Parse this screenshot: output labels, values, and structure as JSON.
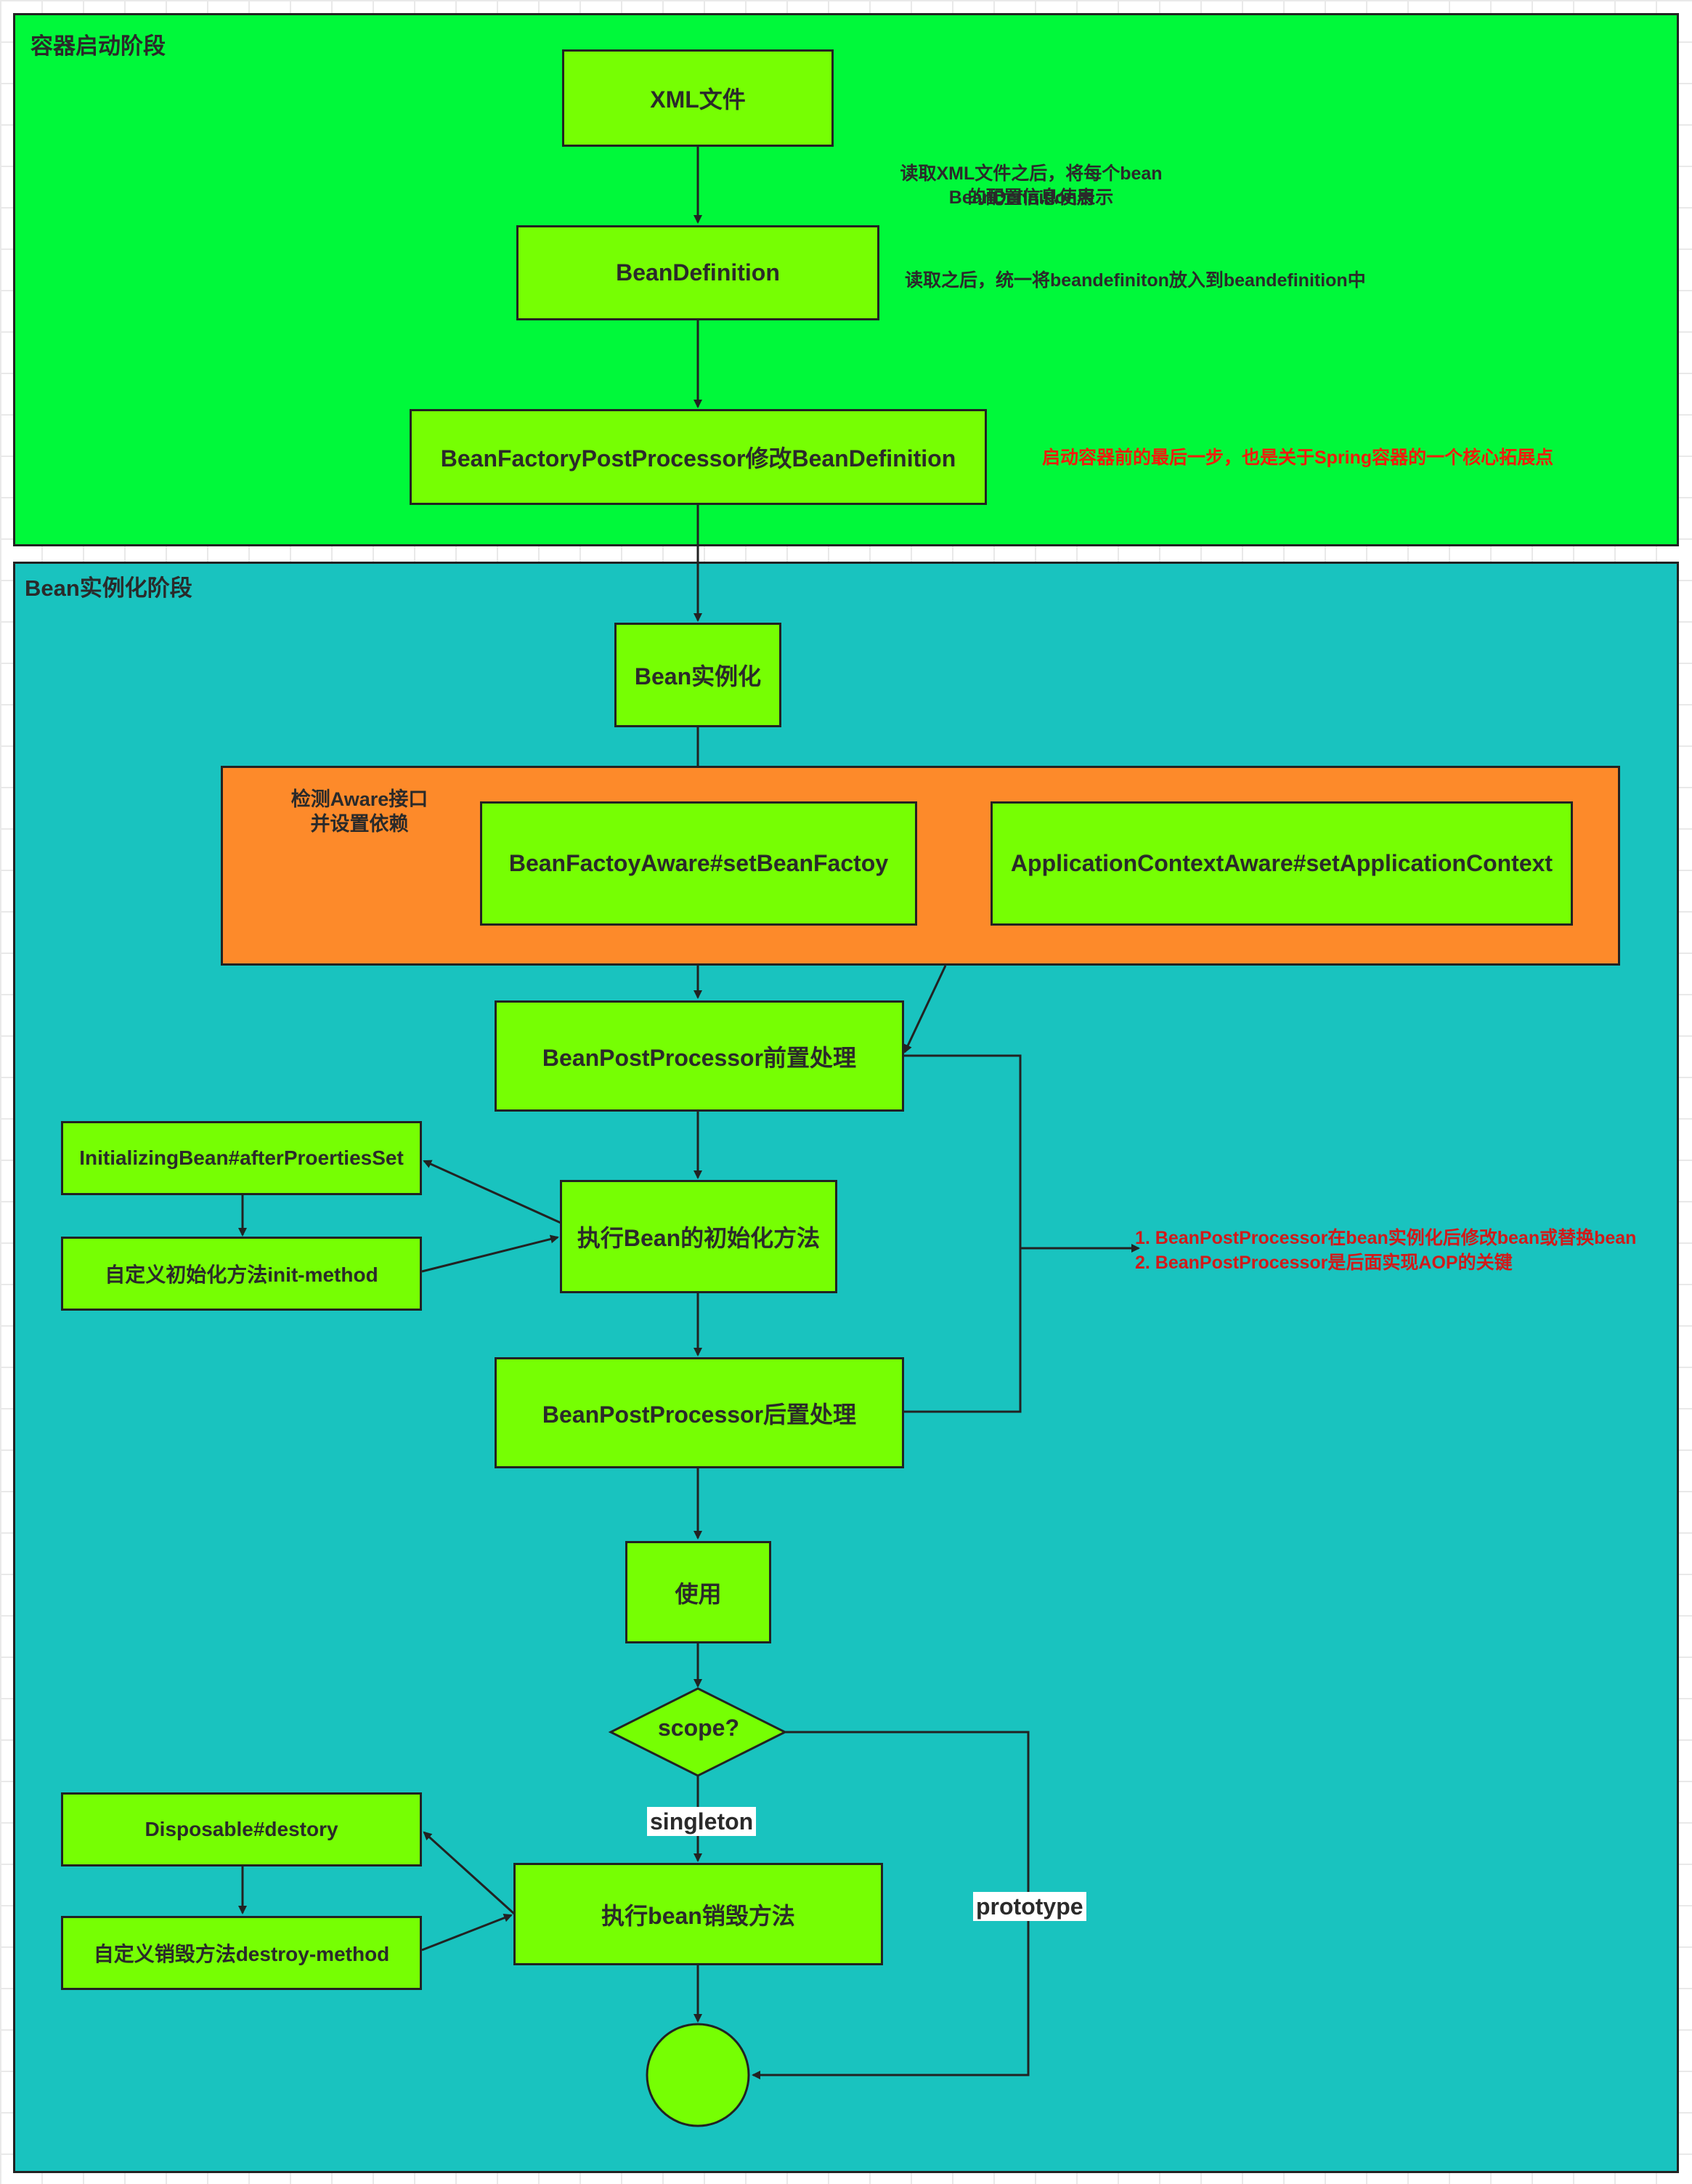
{
  "regions": {
    "startup": "容器启动阶段",
    "instantiation": "Bean实例化阶段"
  },
  "nodes": {
    "xml": "XML文件",
    "bean_definition": "BeanDefinition",
    "bfpp": "BeanFactoryPostProcessor修改BeanDefinition",
    "bean_inst": "Bean实例化",
    "aware_label": "检测Aware接口\n并设置依赖",
    "bean_factory_aware": "BeanFactoyAware#setBeanFactoy",
    "app_ctx_aware": "ApplicationContextAware#setApplicationContext",
    "bpp_before": "BeanPostProcessor前置处理",
    "init_bean": "InitializingBean#afterProertiesSet",
    "init_method": "自定义初始化方法init-method",
    "exec_init": "执行Bean的初始化方法",
    "bpp_after": "BeanPostProcessor后置处理",
    "use": "使用",
    "scope": "scope?",
    "disposable": "Disposable#destory",
    "destroy_method": "自定义销毁方法destroy-method",
    "exec_destroy": "执行bean销毁方法",
    "end": ""
  },
  "edge_labels": {
    "singleton": "singleton",
    "prototype": "prototype"
  },
  "notes": {
    "xml_note_line1": "读取XML文件之后，将每个bean的配置信息使用",
    "xml_note_line2": "BeanDefinition表示",
    "bd_note": "读取之后，统一将beandefiniton放入到beandefinition中",
    "bfpp_note": "启动容器前的最后一步，也是关于Spring容器的一个核心拓展点",
    "bpp_note_1": "1.  BeanPostProcessor在bean实例化后修改bean或替换bean",
    "bpp_note_2": "2. BeanPostProcessor是后面实现AOP的关键"
  },
  "colors": {
    "startup_bg": "#00f93a",
    "instantiation_bg": "#19c3bf",
    "node_fill": "#76ff03",
    "aware_group_bg": "#fd8a2a",
    "note_red": "#f21c0c"
  }
}
